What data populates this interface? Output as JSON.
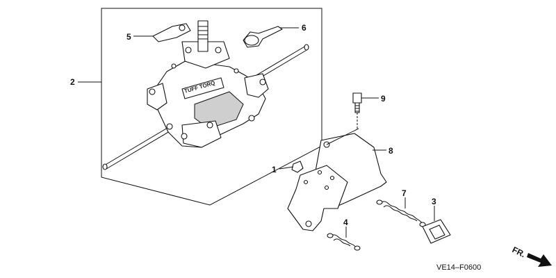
{
  "callouts": [
    {
      "id": "1",
      "label": "1"
    },
    {
      "id": "2",
      "label": "2"
    },
    {
      "id": "3",
      "label": "3"
    },
    {
      "id": "4",
      "label": "4"
    },
    {
      "id": "5",
      "label": "5"
    },
    {
      "id": "6",
      "label": "6"
    },
    {
      "id": "7",
      "label": "7"
    },
    {
      "id": "8",
      "label": "8"
    },
    {
      "id": "9",
      "label": "9"
    }
  ],
  "transmission_stamp": "TUFF TORQ",
  "direction_label": "FR.",
  "figure_code": "VE14–F0600",
  "colors": {
    "ink": "#111111",
    "shade": "#cfcfcf",
    "background": "#ffffff"
  }
}
